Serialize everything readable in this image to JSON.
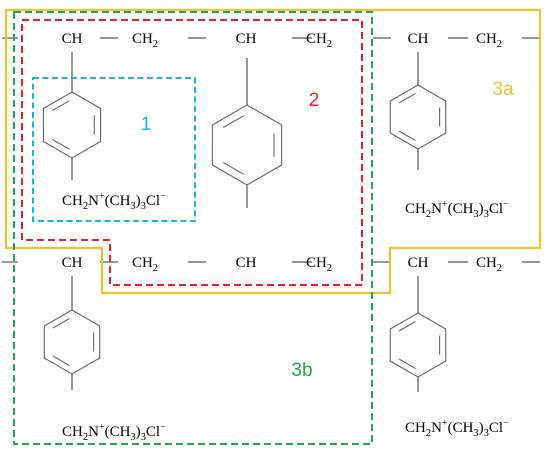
{
  "colors": {
    "region_1": "#1AB2E6",
    "region_2": "#E8202A",
    "region_3a": "#F2C12E",
    "region_3b": "#1DAA4A",
    "bond": "#555555",
    "text": "#000000"
  },
  "regions": [
    {
      "id": "1",
      "label": "1"
    },
    {
      "id": "2",
      "label": "2"
    },
    {
      "id": "3a",
      "label": "3a"
    },
    {
      "id": "3b",
      "label": "3b"
    }
  ],
  "chain": {
    "ch": "CH",
    "ch2_base": "CH",
    "ch2_sub": "2"
  },
  "pendant_group": {
    "c": "CH",
    "sub2": "2",
    "n": "N",
    "plus": "+",
    "ch3_open": "(CH",
    "sub3": "3",
    "close": ")",
    "sub3b": "3",
    "cl": "Cl",
    "minus": "−"
  }
}
